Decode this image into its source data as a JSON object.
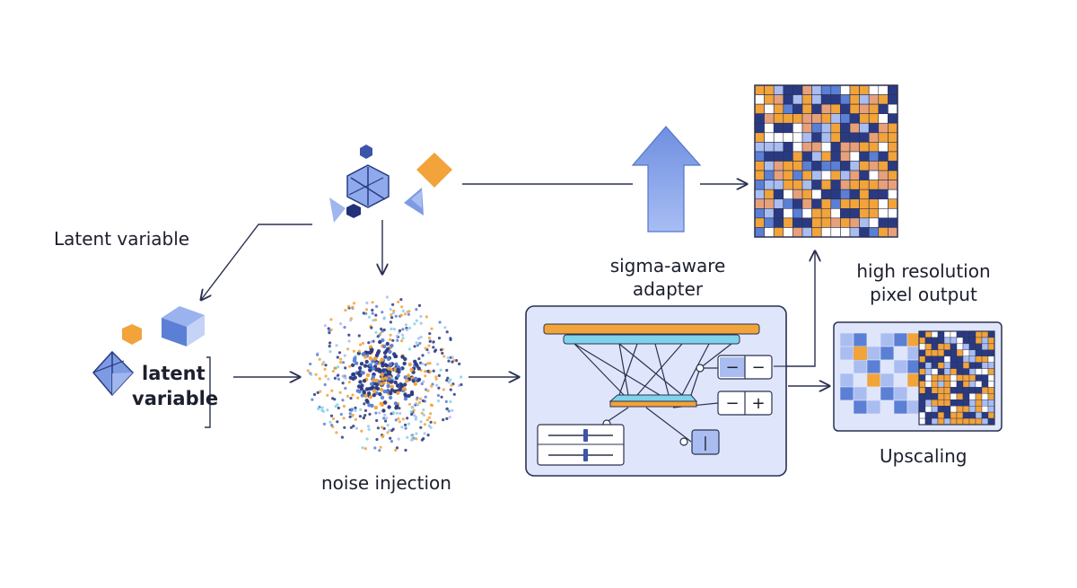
{
  "labels": {
    "latent_variable_top": "Latent variable",
    "latent_variable_line1": "latent",
    "latent_variable_line2": "variable",
    "noise_injection": "noise injection",
    "adapter_line1": "sigma-aware",
    "adapter_line2": "adapter",
    "output_line1": "high resolution",
    "output_line2": "pixel output",
    "upscaling": "Upscaling"
  },
  "control_symbols": {
    "minus": "−",
    "plus": "+",
    "bar": "|"
  },
  "colors": {
    "navy": "#2a3a82",
    "blue": "#5b7fd4",
    "light_blue": "#a9bdf0",
    "pale_blue": "#dfe6fb",
    "orange": "#f2a33a",
    "cyan": "#7fd3ea",
    "line": "#2b3150"
  }
}
